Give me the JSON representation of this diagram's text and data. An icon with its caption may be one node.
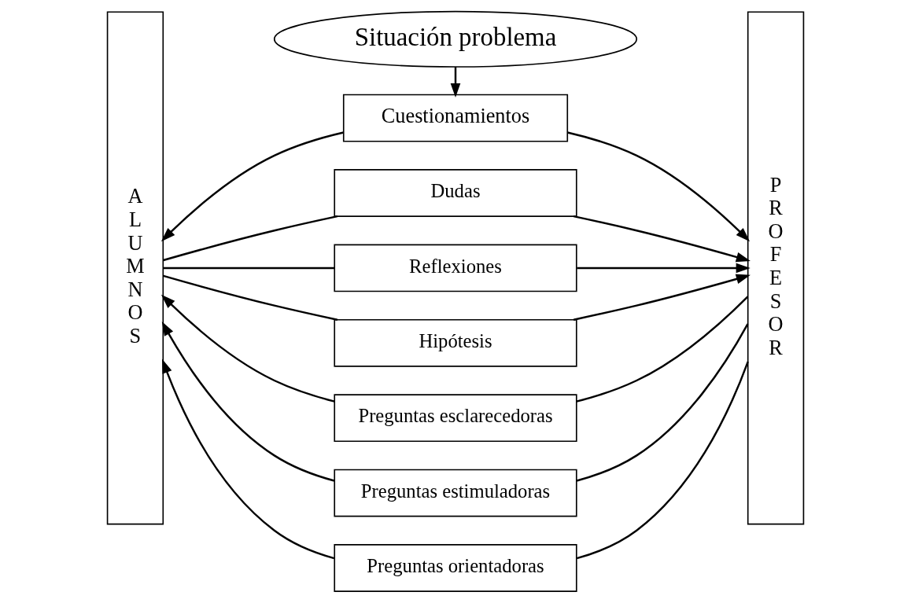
{
  "diagram": {
    "nodes": [
      {
        "text": [
          "Situación problema"
        ]
      },
      {
        "text": [
          "Cuestionamientos"
        ]
      },
      {
        "text": [
          "A L U M N O S"
        ]
      },
      {
        "text": [
          "P R O F E S O R"
        ]
      },
      {
        "text": [
          "Dudas"
        ]
      },
      {
        "text": [
          "Preguntas esclarecedoras"
        ]
      },
      {
        "text": [
          "Reflexiones"
        ]
      },
      {
        "text": [
          "Preguntas estimuladoras"
        ]
      },
      {
        "text": [
          "Hipótesis"
        ]
      },
      {
        "text": [
          "Preguntas orientadoras"
        ]
      }
    ],
    "edges": [
      {
        "from": 0,
        "to": 1,
        "arrow": "to"
      },
      {
        "from": 1,
        "to": 2,
        "arrow": "to"
      },
      {
        "from": 1,
        "to": 3,
        "arrow": "to"
      },
      {
        "from": 2,
        "to": 4,
        "arrow": "none"
      },
      {
        "from": 4,
        "to": 3,
        "arrow": "to"
      },
      {
        "from": 3,
        "to": 5,
        "arrow": "none"
      },
      {
        "from": 5,
        "to": 2,
        "arrow": "to"
      },
      {
        "from": 2,
        "to": 6,
        "arrow": "none"
      },
      {
        "from": 6,
        "to": 3,
        "arrow": "to"
      },
      {
        "from": 3,
        "to": 7,
        "arrow": "none"
      },
      {
        "from": 7,
        "to": 2,
        "arrow": "to"
      },
      {
        "from": 2,
        "to": 8,
        "arrow": "none"
      },
      {
        "from": 8,
        "to": 3,
        "arrow": "to"
      },
      {
        "from": 3,
        "to": 9,
        "arrow": "none"
      },
      {
        "from": 9,
        "to": 2,
        "arrow": "to"
      }
    ]
  }
}
